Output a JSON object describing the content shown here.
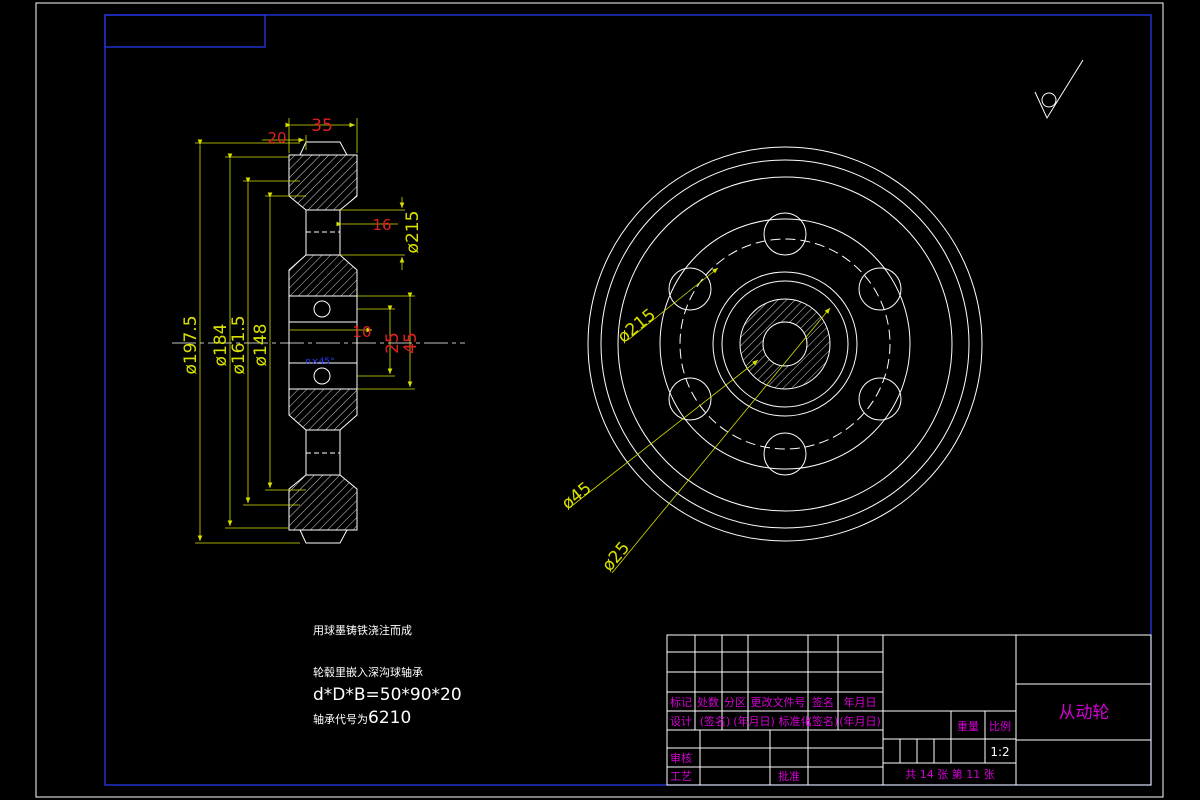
{
  "dimensions": {
    "d_outer": "ø197.5",
    "d_184": "ø184",
    "d_161": "ø161.5",
    "d_148": "ø148",
    "w35": "35",
    "w20": "20",
    "w16": "16",
    "d215_side": "ø215",
    "w10": "10",
    "d25_side": "25",
    "d45_side": "45",
    "chamfer": "n×45°",
    "d215_front": "ø215",
    "d45_front": "ø45",
    "d25_front": "ø25"
  },
  "notes": {
    "line1": "用球墨铸铁浇注而成",
    "line2": "轮毂里嵌入深沟球轴承",
    "formula": "d*D*B=50*90*20",
    "bearing_prefix": "轴承代号为",
    "bearing_code": "6210"
  },
  "title_block": {
    "h_mark": "标记",
    "h_count": "处数",
    "h_zone": "分区",
    "h_docno": "更改文件号",
    "h_sign": "签名",
    "h_date": "年月日",
    "r_design": "设计",
    "r_sign": "(签名)",
    "r_date": "(年月日)",
    "r_std": "标准化",
    "r_sign2": "(签名)",
    "r_date2": "(年月日)",
    "weight": "重量",
    "scale": "比例",
    "scale_value": "1:2",
    "review": "审核",
    "process": "工艺",
    "approve": "批准",
    "sheets": "共 14 张 第 11 张",
    "part_name": "从动轮"
  },
  "colors": {
    "background": "#000000",
    "frame": "#2a3cff",
    "outline": "#ffffff",
    "dimension": "#d8e000",
    "dim_text_red": "#e02020",
    "title_text": "#d400d4"
  }
}
